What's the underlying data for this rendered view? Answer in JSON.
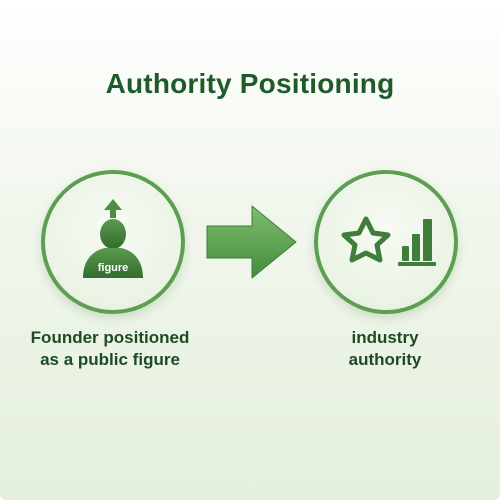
{
  "title": "Authority Positioning",
  "left_node": {
    "icon": "founder-person-icon",
    "icon_label": "figure",
    "caption_lines": [
      "Founder positioned",
      "as a public figure"
    ]
  },
  "right_node": {
    "icon": "star-bar-chart-icon",
    "caption_lines": [
      "industry",
      "authority"
    ]
  },
  "connector": {
    "icon": "right-arrow-icon"
  },
  "colors": {
    "title": "#1f5a2a",
    "accent": "#5d9f52",
    "dark_green": "#3f7d3a",
    "caption": "#1e4a24"
  }
}
